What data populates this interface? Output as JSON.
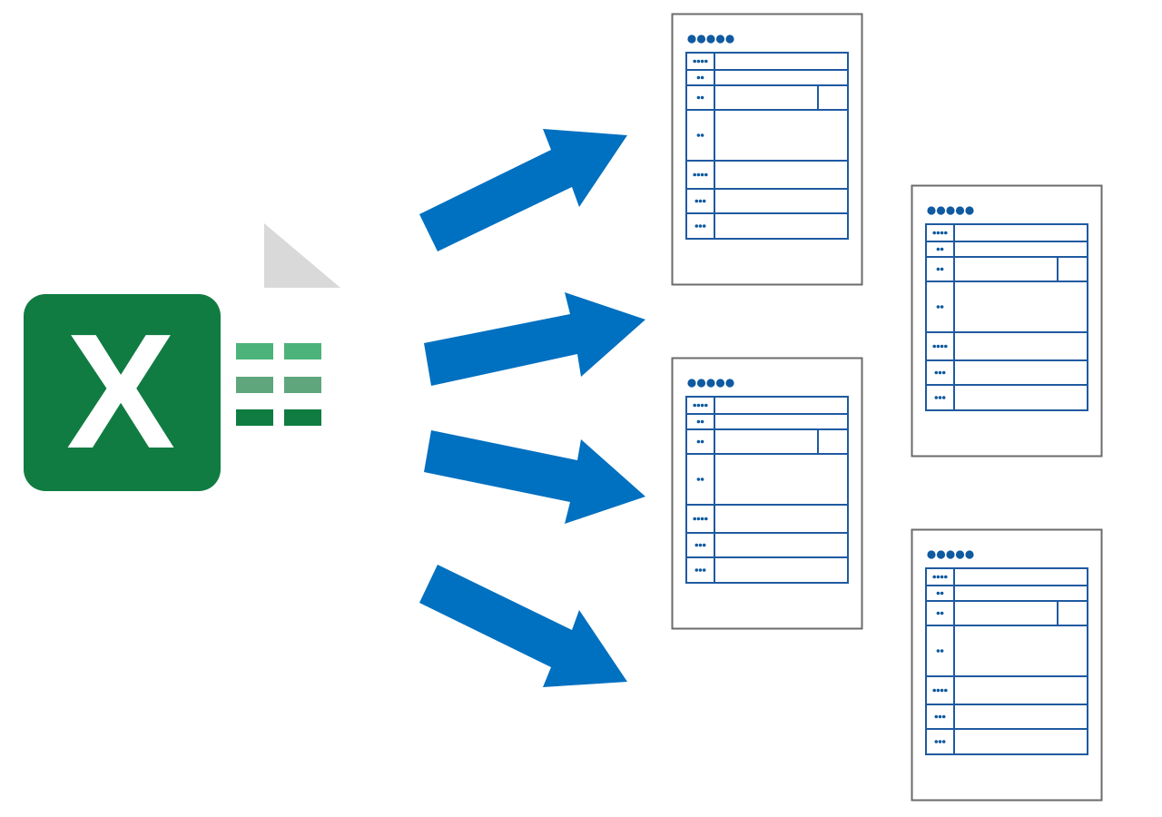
{
  "colors": {
    "excel_green": "#107C41",
    "excel_letter": "#ffffff",
    "grid_light": "#4CB37A",
    "grid_mid": "#5FA67C",
    "grid_dark": "#107C41",
    "sheet_fold": "#D9D9D9",
    "arrow_blue": "#0070C0",
    "doc_border": "#6B6B6B",
    "doc_table": "#1F5AA0",
    "doc_dot": "#0F5AA0"
  },
  "icons": {
    "source": "excel-file-icon",
    "fold": "page-fold-icon",
    "arrow": "arrow-right-icon",
    "document": "form-document-icon"
  },
  "source": {
    "letter": "X"
  },
  "documents": {
    "count": 4,
    "title_dots": 5,
    "row_label_dots": [
      4,
      2,
      2,
      2,
      4,
      3,
      3
    ]
  }
}
